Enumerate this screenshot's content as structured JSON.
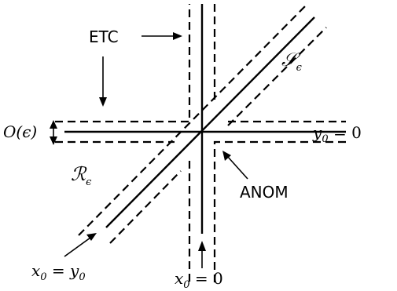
{
  "labels": {
    "etc": "ETC",
    "anom": "ANOM",
    "s_eps_main": "𝒮",
    "s_eps_sub": "ϵ",
    "r_eps_main": "ℛ",
    "r_eps_sub": "ϵ",
    "o_eps": "O(ϵ)",
    "y0_main": "y",
    "y0_sub": "0",
    "y0_rest": " = 0",
    "x0_main": "x",
    "x0_sub": "0",
    "x0_rest": " = 0",
    "diag_x": "x",
    "diag_x_sub": "0",
    "diag_eq": " = y",
    "diag_y_sub": "0"
  }
}
